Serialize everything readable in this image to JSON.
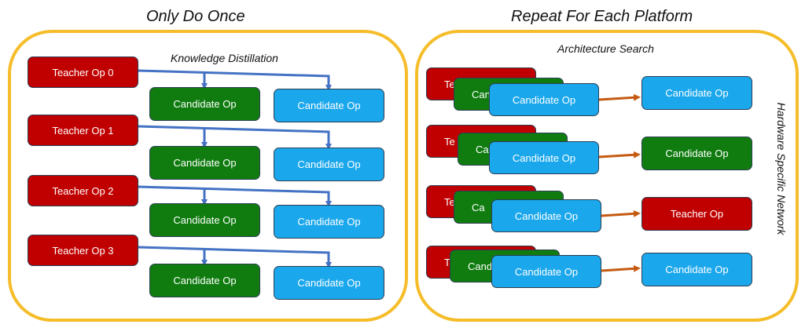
{
  "left_title": "Only Do Once",
  "right_title": "Repeat For Each Platform",
  "distillation_label": "Knowledge Distillation",
  "search_label": "Architecture Search",
  "side_label": "Hardware Specific Network",
  "teachers": [
    "Teacher Op 0",
    "Teacher Op 1",
    "Teacher Op 2",
    "Teacher Op 3"
  ],
  "candidate_label": "Candidate Op",
  "stack_labels": {
    "teacher_partial": [
      "Te",
      "Te",
      "Te",
      "T"
    ],
    "candidate_partial": [
      "Can",
      "Ca",
      "Ca",
      "Cand"
    ]
  },
  "outputs": [
    "Candidate Op",
    "Candidate Op",
    "Teacher Op",
    "Candidate Op"
  ],
  "colors": {
    "teacher": "#c00000",
    "candidate_green": "#107c10",
    "candidate_blue": "#1aa7ec",
    "panel_border": "#f5bd2a",
    "blue_arrow": "#4472c4",
    "orange_arrow": "#c55a11"
  }
}
